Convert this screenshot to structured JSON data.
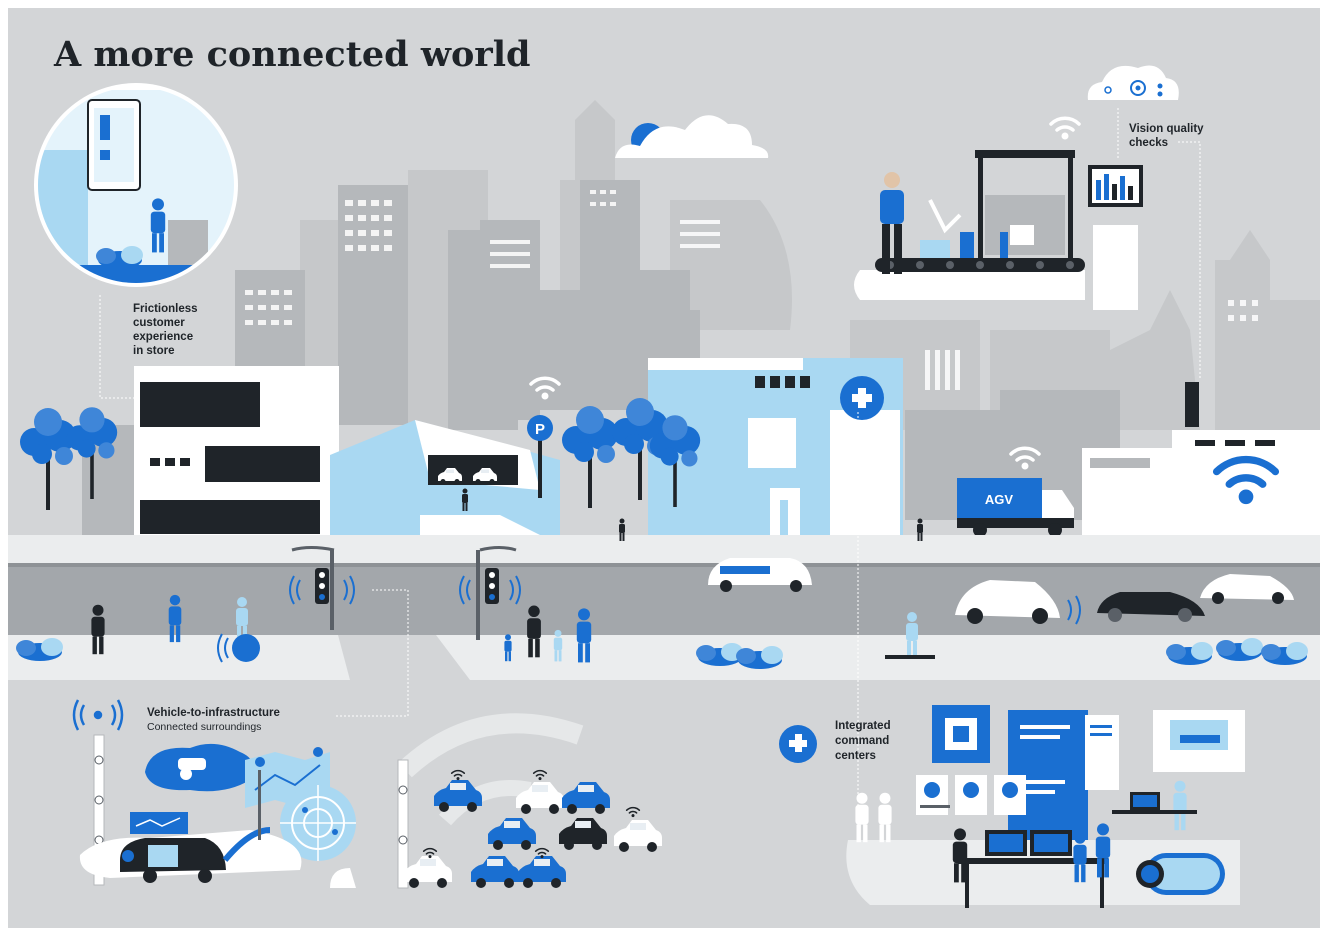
{
  "title": "A more connected world",
  "colors": {
    "background": "#d3d5d7",
    "accent_blue": "#1a6fd1",
    "light_blue": "#a9d8f2",
    "dark": "#1f2429",
    "gray_building": "#b5b8bb",
    "road": "#a3a7ab"
  },
  "callouts": {
    "store": [
      "Frictionless",
      "customer",
      "experience",
      "in store"
    ],
    "vision": [
      "Vision quality",
      "checks"
    ],
    "v2i": {
      "title": "Vehicle-to-infrastructure",
      "subtitle": "Connected surroundings"
    },
    "command": [
      "Integrated",
      "command",
      "centers"
    ]
  },
  "vehicle_labels": {
    "truck": "AGV"
  },
  "signs": {
    "parking": "P"
  },
  "icons": [
    "wifi-icon",
    "hospital-plus-icon",
    "parking-icon",
    "cloud-icon",
    "chip-icon",
    "radar-icon",
    "map-icon",
    "signal-waves-icon"
  ]
}
